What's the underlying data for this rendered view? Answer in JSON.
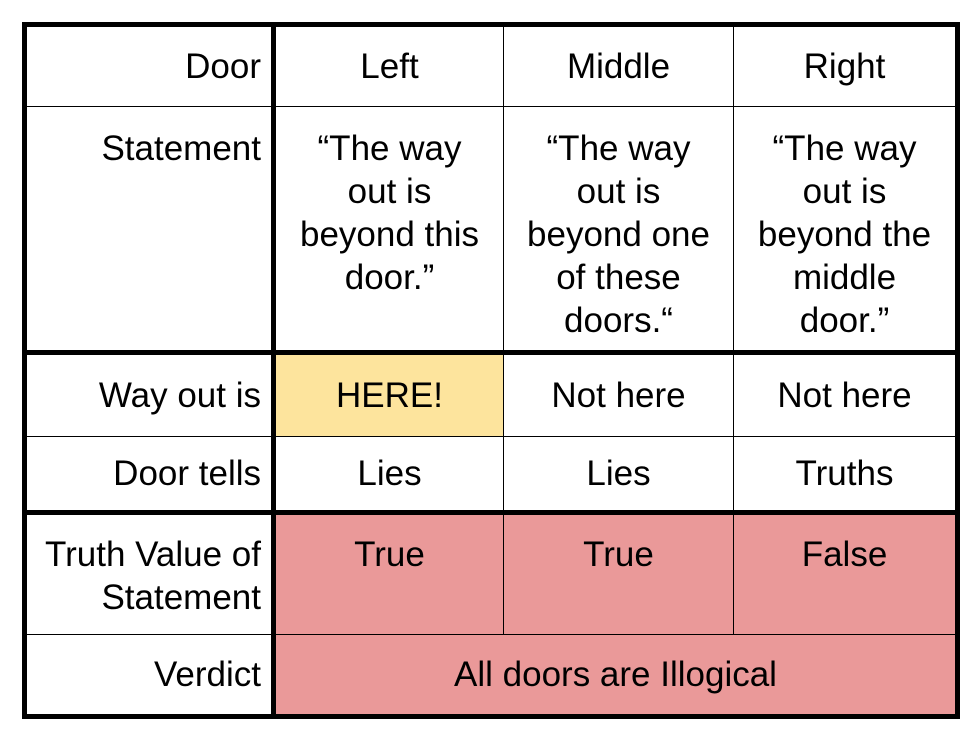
{
  "colors": {
    "highlight_yellow": "#fde49d",
    "highlight_red": "#ea9999",
    "border": "#000000"
  },
  "table": {
    "headers": {
      "door": "Door",
      "doors": [
        "Left",
        "Middle",
        "Right"
      ]
    },
    "statement": {
      "label": "Statement",
      "values": [
        "“The way out is beyond this door.”",
        "“The way out is beyond one of these doors.“",
        "“The way out is beyond the middle door.”"
      ]
    },
    "way_out": {
      "label": "Way out is",
      "values": [
        "HERE!",
        "Not here",
        "Not here"
      ]
    },
    "door_tells": {
      "label": "Door tells",
      "values": [
        "Lies",
        "Lies",
        "Truths"
      ]
    },
    "truth_value": {
      "label": "Truth Value of Statement",
      "values": [
        "True",
        "True",
        "False"
      ]
    },
    "verdict": {
      "label": "Verdict",
      "value": "All doors are Illogical"
    }
  }
}
